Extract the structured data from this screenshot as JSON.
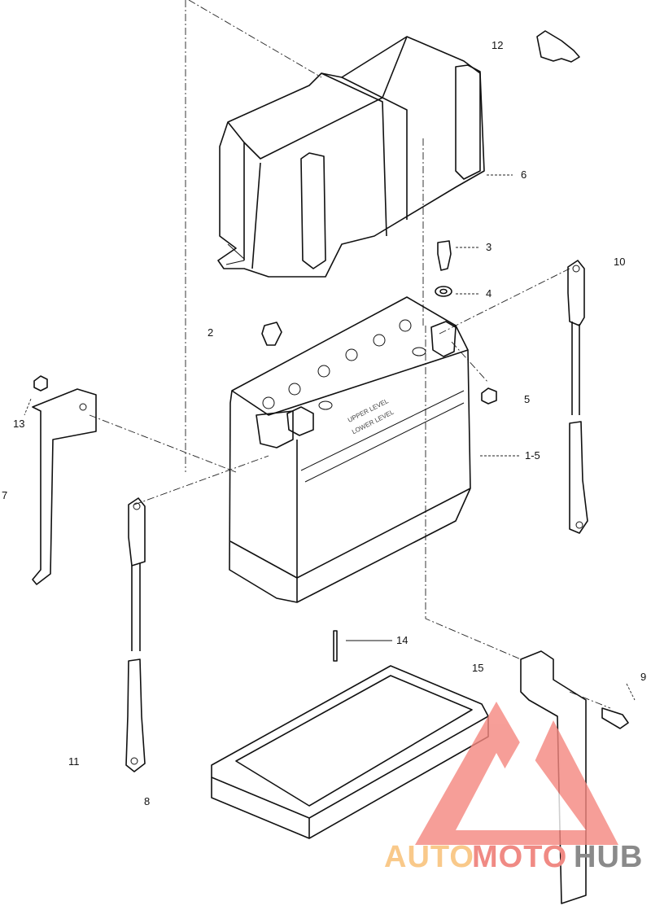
{
  "callouts": {
    "c12": "12",
    "c6": "6",
    "c3": "3",
    "c4": "4",
    "c10": "10",
    "c2": "2",
    "c5": "5",
    "c13": "13",
    "c1_5": "1-5",
    "c7": "7",
    "c14": "14",
    "c15": "15",
    "c9": "9",
    "c11": "11",
    "c8": "8"
  },
  "battery_markings": {
    "upper": "UPPER LEVEL",
    "lower": "LOWER LEVEL"
  },
  "watermark": {
    "part1": "AUTO",
    "part2": "MOTO",
    "part3": "HUB",
    "colors": {
      "auto": "#f9c98a",
      "moto": "#f08a84",
      "hub": "#8a8a8a",
      "logo": "#f5877f"
    }
  }
}
